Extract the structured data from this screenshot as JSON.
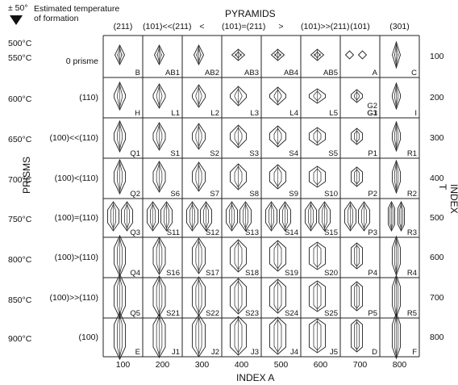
{
  "top": {
    "uncertainty": "± 50°",
    "estimated_temperature": [
      "Estimated temperature",
      "of formation"
    ],
    "pyramids_title": "PYRAMIDS",
    "prisms_title": "PRISMS",
    "index_a_title": "INDEX A",
    "index_t_title": "INDEX T"
  },
  "pyramid_headers": [
    "(211)",
    "(101)<<(211)",
    "<",
    "(101)=(211)",
    ">",
    "(101)>>(211)",
    "(101)",
    "(301)"
  ],
  "temperatures": [
    "500°C",
    "550°C",
    "600°C",
    "650°C",
    "700°C",
    "750°C",
    "800°C",
    "850°C",
    "900°C"
  ],
  "prism_labels": [
    "0 prisme",
    "(110)",
    "(100)<<(110)",
    "(100)<(110)",
    "(100)=(110)",
    "(100)>(110)",
    "(100)>>(110)",
    "(100)"
  ],
  "index_a": [
    "100",
    "200",
    "300",
    "400",
    "500",
    "600",
    "700",
    "800"
  ],
  "index_t": [
    "100",
    "200",
    "300",
    "400",
    "500",
    "600",
    "700",
    "800"
  ],
  "cells": [
    [
      "B",
      "AB1",
      "AB2",
      "AB3",
      "AB4",
      "AB5",
      "A",
      "C"
    ],
    [
      "H",
      "L1",
      "L2",
      "L3",
      "L4",
      "L5",
      "G1",
      "I"
    ],
    [
      "Q1",
      "S1",
      "S2",
      "S3",
      "S4",
      "S5",
      "P1",
      "R1"
    ],
    [
      "Q2",
      "S6",
      "S7",
      "S8",
      "S9",
      "S10",
      "P2",
      "R2"
    ],
    [
      "Q3",
      "S11",
      "S12",
      "S13",
      "S14",
      "S15",
      "P3",
      "R3"
    ],
    [
      "Q4",
      "S16",
      "S17",
      "S18",
      "S19",
      "S20",
      "P4",
      "R4"
    ],
    [
      "Q5",
      "S21",
      "S22",
      "S23",
      "S24",
      "S25",
      "P5",
      "R5"
    ],
    [
      "E",
      "J1",
      "J2",
      "J3",
      "J4",
      "J5",
      "D",
      "F"
    ]
  ],
  "extra_labels": {
    "g2": "G2",
    "g3": "G3"
  },
  "colors": {
    "lines": "#222222",
    "text": "#111111",
    "background": "#ffffff"
  }
}
